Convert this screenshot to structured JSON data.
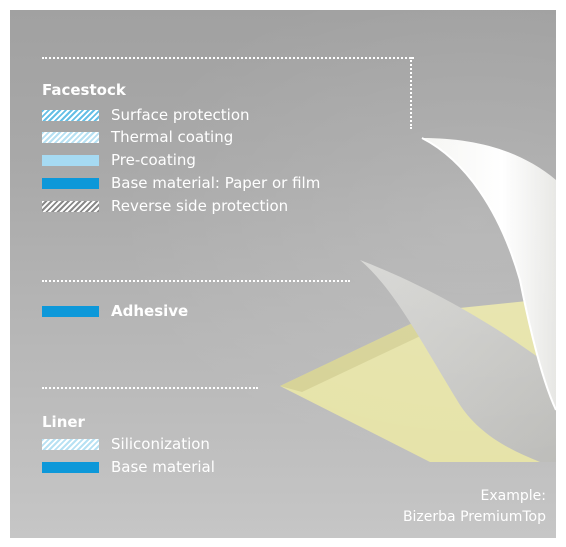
{
  "facestock": {
    "title": "Facestock",
    "layers": [
      {
        "label": "Surface protection",
        "pattern": "hatched-light-blue",
        "color": "#64bfe6"
      },
      {
        "label": "Thermal coating",
        "pattern": "hatched-pale-blue",
        "color": "#b7e1f3"
      },
      {
        "label": "Pre-coating",
        "pattern": "solid-light-blue",
        "color": "#a6daf2"
      },
      {
        "label": "Base material: Paper or film",
        "pattern": "solid-blue",
        "color": "#0d98d9"
      },
      {
        "label": "Reverse side protection",
        "pattern": "hatched-white",
        "color": "#ffffff"
      }
    ]
  },
  "adhesive": {
    "label": "Adhesive",
    "pattern": "solid-blue",
    "color": "#0d98d9"
  },
  "liner": {
    "title": "Liner",
    "layers": [
      {
        "label": "Siliconization",
        "pattern": "hatched-pale-blue",
        "color": "#b7e1f3"
      },
      {
        "label": "Base material",
        "pattern": "solid-blue",
        "color": "#0d98d9"
      }
    ]
  },
  "caption": {
    "line1": "Example:",
    "line2": "Bizerba PremiumTop"
  }
}
